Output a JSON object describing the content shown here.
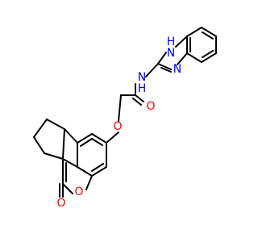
{
  "molecule": {
    "colors": {
      "bond": "#000000",
      "carbon": "#000000",
      "nitrogen": "#0000ff",
      "oxygen": "#ff0000"
    },
    "atom_labels": {
      "nh_benzimidazole": "H\nN",
      "n_benzimidazole": "N",
      "nh_amide": "N\nH",
      "o_amide": "O",
      "o_ether": "O",
      "o_ring": "O",
      "o_carbonyl": "O"
    }
  }
}
